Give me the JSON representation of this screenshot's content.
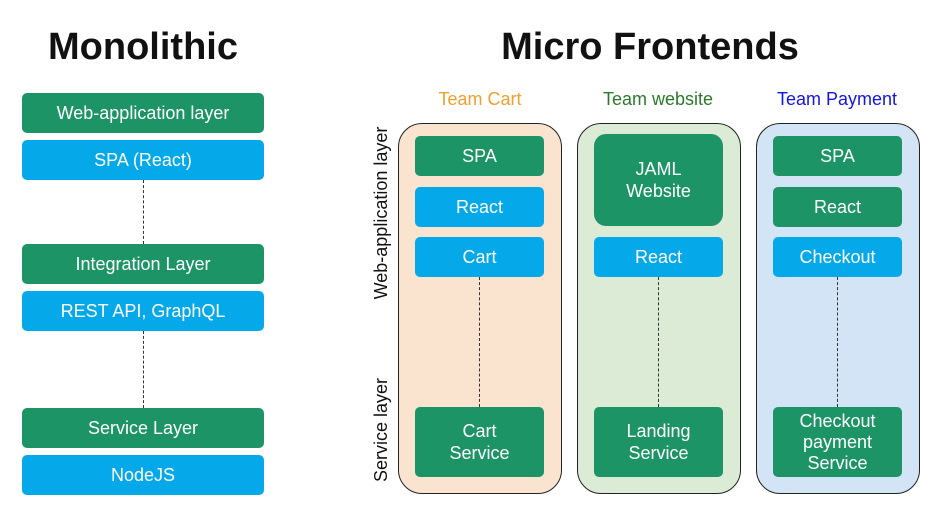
{
  "monolithic": {
    "title": "Monolithic",
    "web_layer": "Web-application layer",
    "spa": "SPA (React)",
    "integration_layer": "Integration Layer",
    "api": "REST API, GraphQL",
    "service_layer": "Service Layer",
    "runtime": "NodeJS"
  },
  "micro": {
    "title": "Micro Frontends",
    "axis_top": "Web-application layer",
    "axis_bottom": "Service layer",
    "teams": [
      {
        "name": "Team Cart",
        "name_color": "#f0a030",
        "bg": "#fbe4cf",
        "boxes": [
          "SPA",
          "React",
          "Cart"
        ],
        "service": [
          "Cart",
          "Service"
        ]
      },
      {
        "name": "Team website",
        "name_color": "#2b7a2b",
        "bg": "#dcebd6",
        "boxes": [
          "JAML",
          "Website",
          "React"
        ],
        "service": [
          "Landing",
          "Service"
        ]
      },
      {
        "name": "Team Payment",
        "name_color": "#1414e6",
        "bg": "#d2e4f5",
        "boxes": [
          "SPA",
          "React",
          "Checkout"
        ],
        "service": [
          "Checkout",
          "payment",
          "Service"
        ]
      }
    ]
  },
  "colors": {
    "layer_green": "#1d9466",
    "tech_blue": "#05a9e9"
  }
}
